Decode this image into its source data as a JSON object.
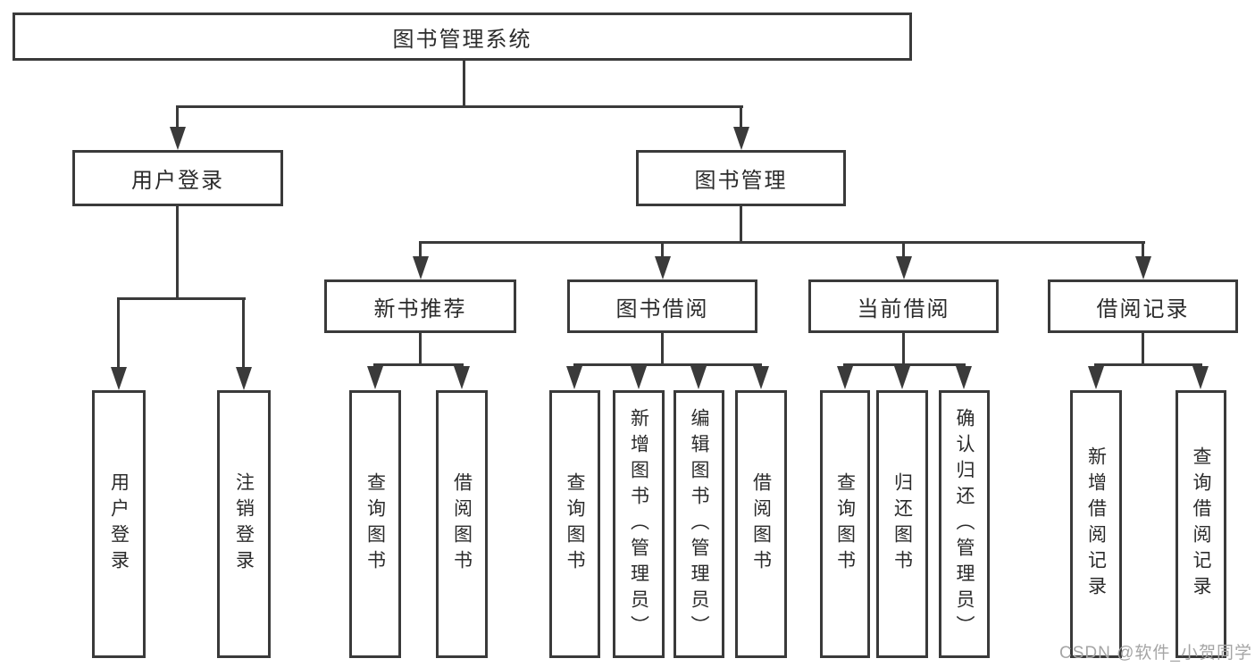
{
  "tree": {
    "label": "图书管理系统",
    "children": [
      {
        "label": "用户登录",
        "children": [
          {
            "label": "用户登录"
          },
          {
            "label": "注销登录"
          }
        ]
      },
      {
        "label": "图书管理",
        "children": [
          {
            "label": "新书推荐",
            "children": [
              {
                "label": "查询图书"
              },
              {
                "label": "借阅图书"
              }
            ]
          },
          {
            "label": "图书借阅",
            "children": [
              {
                "label": "查询图书"
              },
              {
                "label": "新增图书（管理员）"
              },
              {
                "label": "编辑图书（管理员）"
              },
              {
                "label": "借阅图书"
              }
            ]
          },
          {
            "label": "当前借阅",
            "children": [
              {
                "label": "查询图书"
              },
              {
                "label": "归还图书"
              },
              {
                "label": "确认归还（管理员）"
              }
            ]
          },
          {
            "label": "借阅记录",
            "children": [
              {
                "label": "新增借阅记录"
              },
              {
                "label": "查询借阅记录"
              }
            ]
          }
        ]
      }
    ]
  },
  "watermark": {
    "text": "CSDN @软件_小贺同学"
  },
  "colors": {
    "line": "#3a3a3a",
    "text": "#2b2b2b",
    "background": "#ffffff",
    "watermark": "#a5a5a5"
  }
}
